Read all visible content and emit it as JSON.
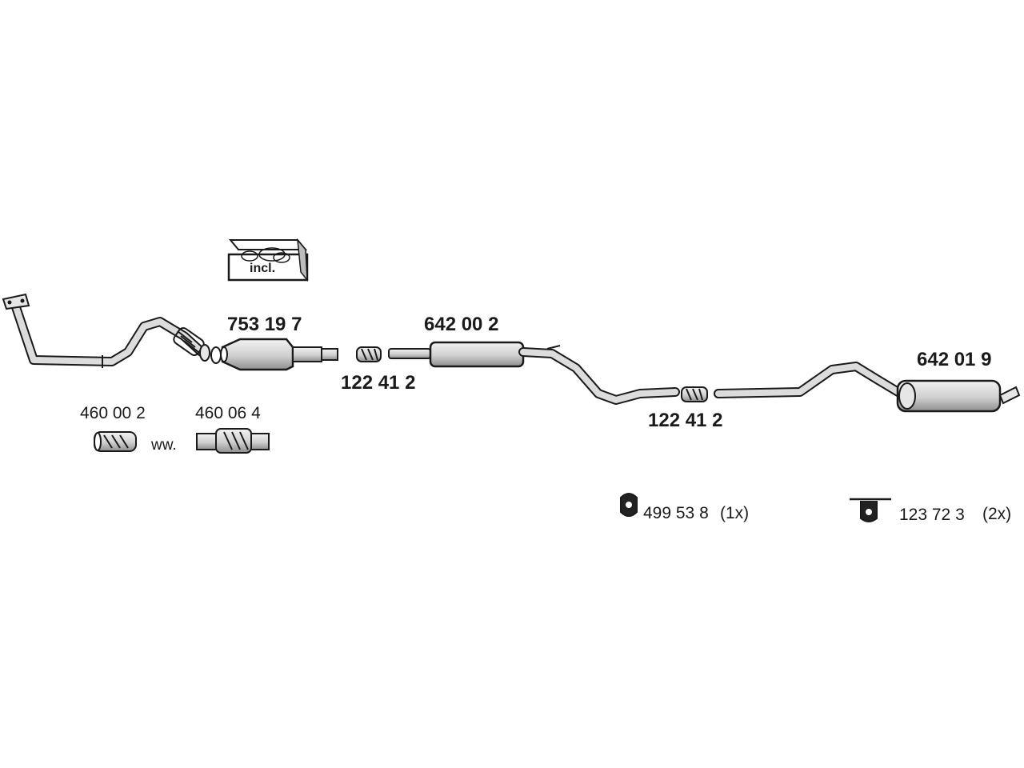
{
  "parts": {
    "catalytic_converter": "753 19 7",
    "front_silencer": "642 00 2",
    "rear_silencer": "642 01 9",
    "clamp_1": "122 41 2",
    "clamp_2": "122 41 2",
    "flex_pipe_a": "460 00 2",
    "flex_pipe_b": "460 06 4"
  },
  "notes": {
    "incl_box": "incl.",
    "alternative": "ww."
  },
  "mounts": {
    "rubber_mount_code": "499 53 8",
    "rubber_mount_qty": "(1x)",
    "hanger_code": "123 72 3",
    "hanger_qty": "(2x)"
  },
  "colors": {
    "line": "#1a1a1a",
    "pipe_fill": "#d9d9d9",
    "shadow": "#8c8c8c"
  }
}
